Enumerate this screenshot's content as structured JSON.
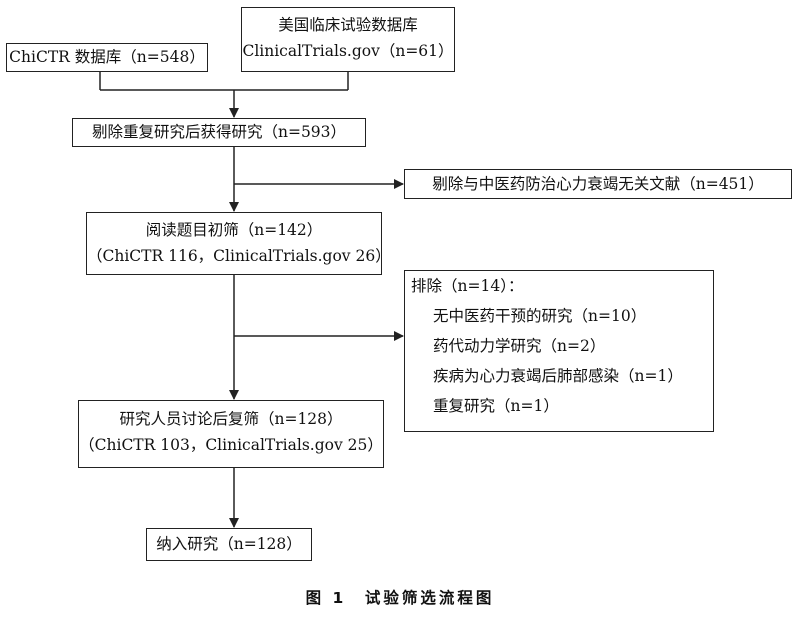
{
  "boxes": {
    "chictr_db": {
      "text": "ChiCTR 数据库（n=548）"
    },
    "us_db": {
      "line1": "美国临床试验数据库",
      "line2": "ClinicalTrials.gov（n=61）"
    },
    "after_dedup": {
      "text": "剔除重复研究后获得研究（n=593）"
    },
    "excluded_irrelevant": {
      "text": "剔除与中医药防治心力衰竭无关文献（n=451）"
    },
    "title_screen": {
      "line1": "阅读题目初筛（n=142）",
      "line2": "（ChiCTR 116，ClinicalTrials.gov 26）"
    },
    "exclusion_detail": {
      "heading": "排除（n=14）：",
      "items": [
        "无中医药干预的研究（n=10）",
        "药代动力学研究（n=2）",
        "疾病为心力衰竭后肺部感染（n=1）",
        "重复研究（n=1）"
      ]
    },
    "rescreen": {
      "line1": "研究人员讨论后复筛（n=128）",
      "line2": "（ChiCTR 103，ClinicalTrials.gov 25）"
    },
    "included": {
      "text": "纳入研究（n=128）"
    }
  },
  "caption": "图 1　试验筛选流程图"
}
